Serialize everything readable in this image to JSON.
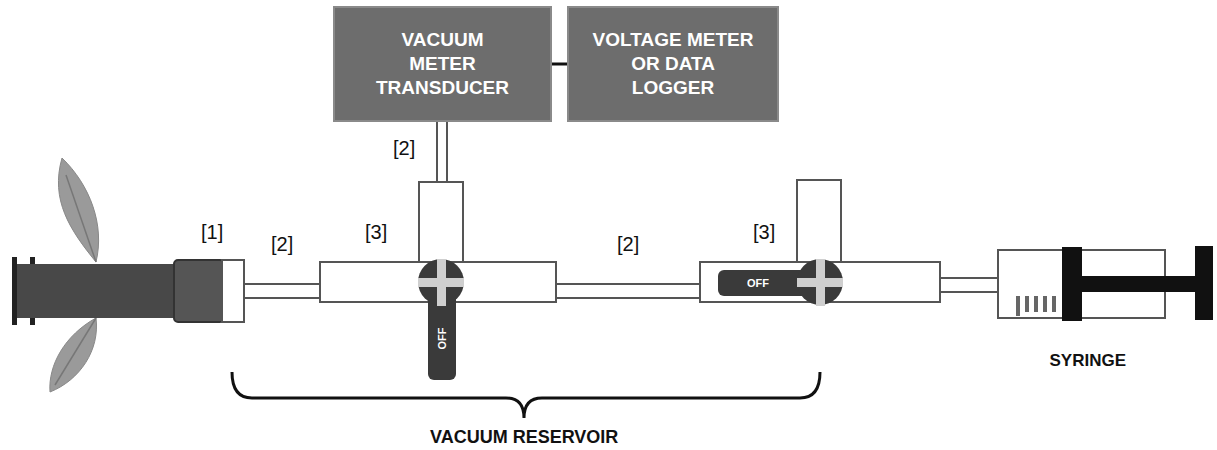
{
  "diagram": {
    "nodes": [
      {
        "text": [
          "VACUUM METER TRANSDUCER"
        ]
      },
      {
        "text": [
          "VOLTAGE METER OR DATA LOGGER"
        ]
      }
    ],
    "edges": [
      {
        "from": 0,
        "to": 1,
        "arrow": "none"
      }
    ],
    "labels": [
      "[2]",
      "[1]",
      "[2]",
      "[3]",
      "[2]",
      "[3]",
      "OFF",
      "OFF",
      "SYRINGE",
      "VACUUM RESERVOIR"
    ]
  }
}
